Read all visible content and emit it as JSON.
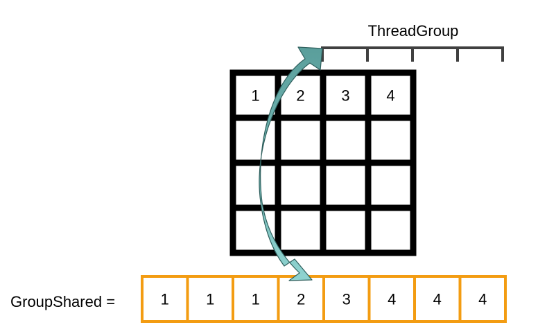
{
  "threadgroup_label": "ThreadGroup",
  "groupshared_label": "GroupShared =",
  "grid": {
    "rows": 4,
    "cols": 4,
    "cells": [
      [
        "1",
        "2",
        "3",
        "4"
      ],
      [
        "",
        "",
        "",
        ""
      ],
      [
        "",
        "",
        "",
        ""
      ],
      [
        "",
        "",
        "",
        ""
      ]
    ]
  },
  "groupshared_values": [
    "1",
    "1",
    "1",
    "2",
    "3",
    "4",
    "4",
    "4"
  ],
  "colors": {
    "grid_stroke": "#000000",
    "bracket_stroke": "#404040",
    "groupshared_border": "#f39c12",
    "arrow_fill_top": "#5a9e9b",
    "arrow_fill_bottom": "#8fd3d0",
    "arrow_stroke": "#2f5f5d"
  },
  "icons": {
    "transfer_arrow": "curved-arrow-icon",
    "threadgroup_bracket": "bracket-icon"
  }
}
